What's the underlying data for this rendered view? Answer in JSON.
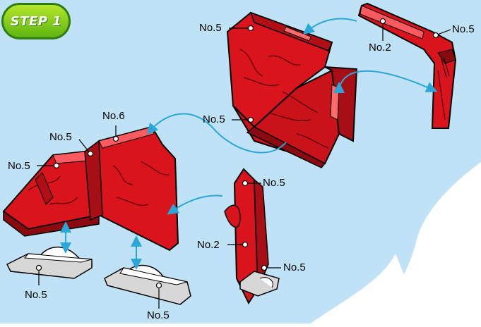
{
  "step": {
    "label": "STEP 1"
  },
  "colors": {
    "sky": "#bfe2f6",
    "part_red": "#d9141c",
    "part_red_dark": "#8a0a10",
    "badge_green": "#6cc417",
    "arrow": "#2aa7d6",
    "base_gray": "#d7d7d7"
  },
  "labels": {
    "top_no5": "No.5",
    "top_no2": "No.2",
    "top_right_no5": "No.5",
    "mid_no5": "No.5",
    "left_no6": "No.6",
    "left_no5_a": "No.5",
    "left_no5_b": "No.5",
    "base_left_no5": "No.5",
    "base_mid_no5": "No.5",
    "right_no5_top": "No.5",
    "right_no2": "No.2",
    "right_no5_bottom": "No.5"
  }
}
